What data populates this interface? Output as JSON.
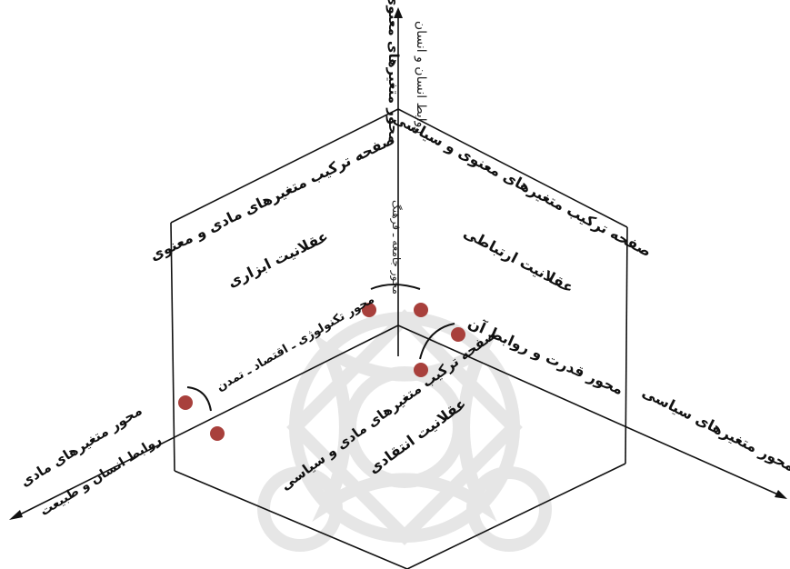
{
  "axes": {
    "vertical": {
      "line1": "محور متغیرهای معنوی",
      "line2": "روابط انسان و انسان",
      "line3": "محور جامعه ـ فرهنگ"
    },
    "left": {
      "line1": "محور متغیرهای مادی",
      "line2": "روابط انسان و طبیعت"
    },
    "right": {
      "line1": "محور متغیرهای سیاسی"
    },
    "inner_left": {
      "line1": "محور تکنولوژی ـ اقتصاد ـ تمدن"
    },
    "inner_right": {
      "line1": "محور قدرت و روابط آن"
    }
  },
  "planes": {
    "upper_left": {
      "title": "صفحه ترکیب متغیرهای مادی و معنوی",
      "subtitle": "عقلانیت ابزاری"
    },
    "upper_right": {
      "title": "صفحه ترکیب متغیرهای معنوی و سیاسی",
      "subtitle": "عقلانیت ارتباطی"
    },
    "lower": {
      "title": "صفحه ترکیب متغیرهای مادی و سیاسی",
      "subtitle": "عقلانیت انتقادی"
    }
  },
  "colors": {
    "dot": "#a8403c",
    "line": "#111111",
    "watermark": "#e6e6e6"
  }
}
